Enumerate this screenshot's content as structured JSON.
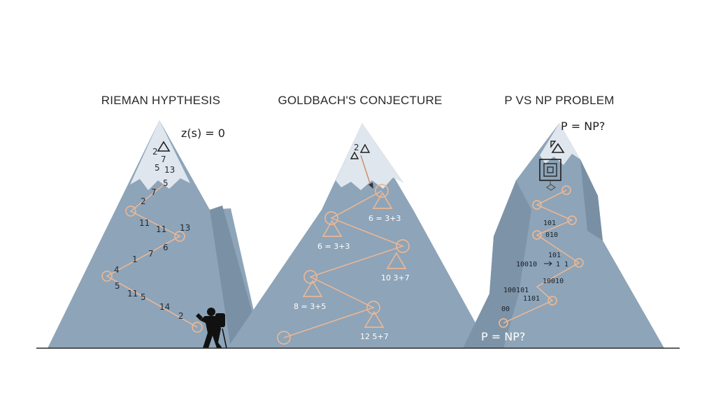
{
  "mountains": [
    {
      "title": "RIEMAN HYPTHESIS",
      "summit_formula": "z(s) = 0",
      "numbers": [
        "2",
        "7",
        "5",
        "13",
        "5",
        "7",
        "2",
        "11",
        "11",
        "13",
        "6",
        "7",
        "1",
        "4",
        "5",
        "11",
        "5",
        "14",
        "2"
      ]
    },
    {
      "title": "GOLDBACH'S CONJECTURE",
      "summit_label": "2",
      "equations": [
        "6 = 3+3",
        "6 = 3+3",
        "10  3+7",
        "8 = 3+5",
        "12  5+7"
      ]
    },
    {
      "title": "P VS  NP PROBLEM",
      "summit_question": "P = NP?",
      "binary": [
        "101",
        "010",
        "101",
        "10010",
        "1  1",
        "10010",
        "100101",
        "1101",
        "00"
      ],
      "base_question": "P = NP?"
    }
  ],
  "colors": {
    "mountain_light": "#8ea4b8",
    "mountain_dark": "#6f8599",
    "snow": "#dfe6ed",
    "path": "#e9b796",
    "ground": "#2b2b2b"
  }
}
